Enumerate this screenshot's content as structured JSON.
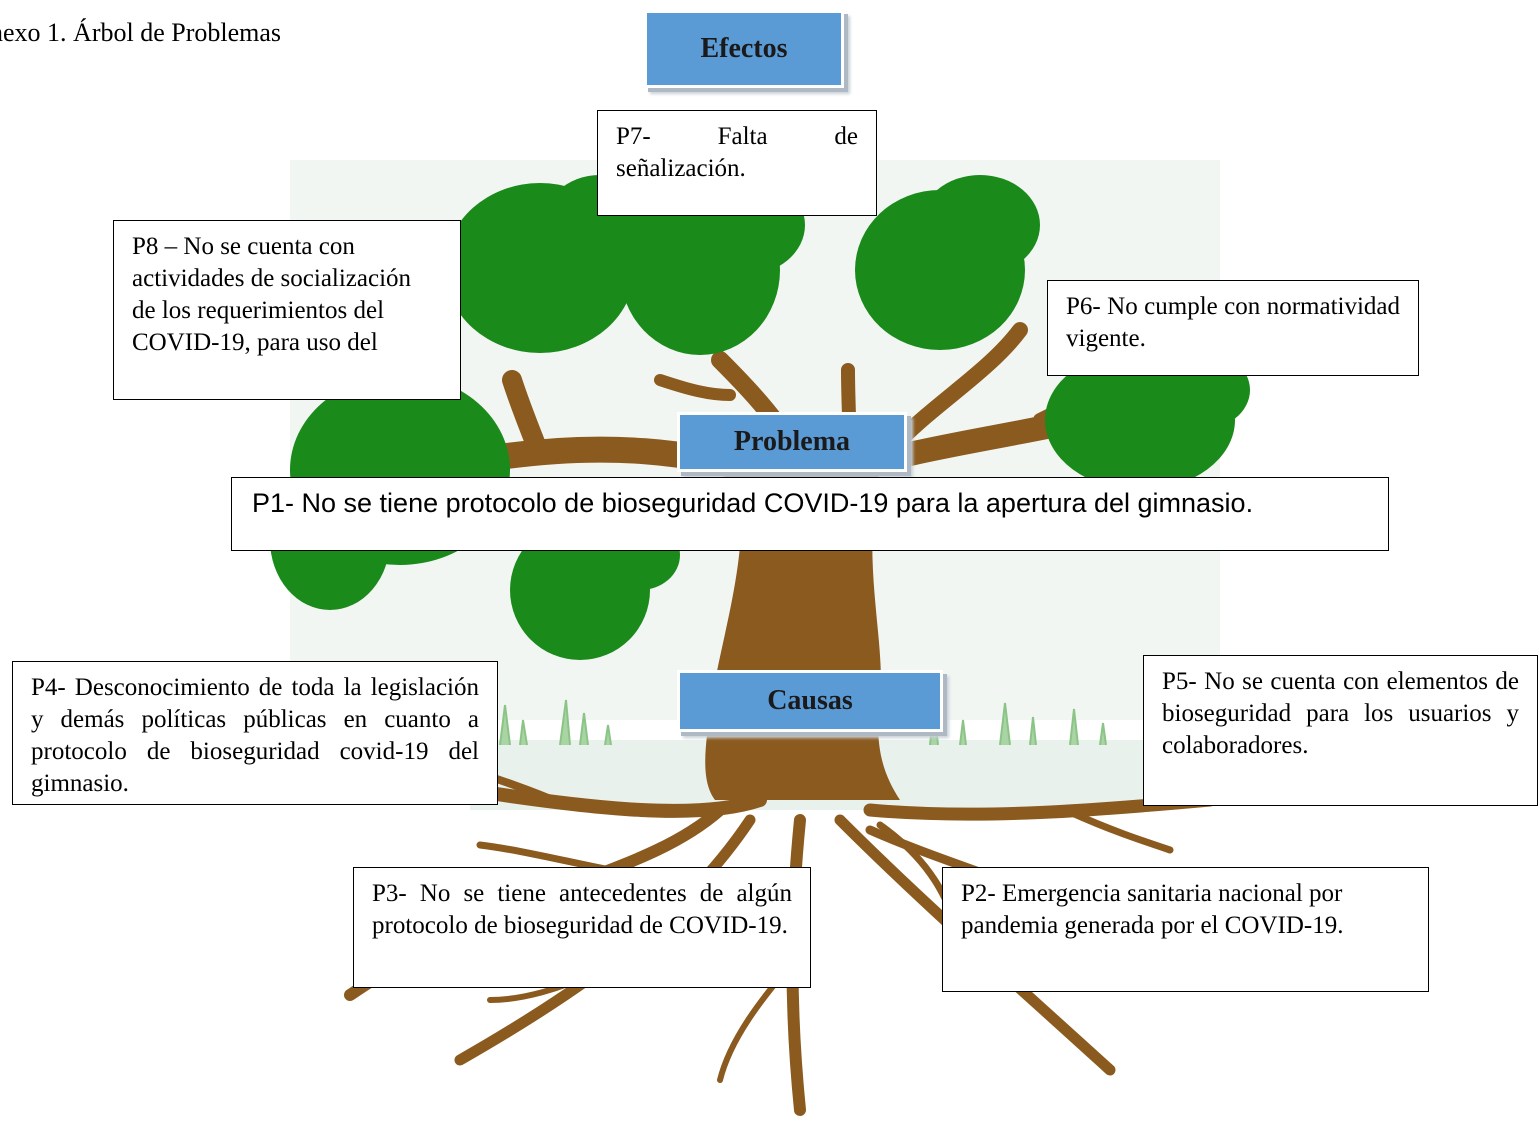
{
  "caption": "nexo 1. Árbol de Problemas",
  "section_labels": {
    "effects": "Efectos",
    "problem": "Problema",
    "causes": "Causas"
  },
  "effects": {
    "p7": "P7- Falta de señalización.",
    "p8": "P8 – No se cuenta con actividades de socialización de los requerimientos del COVID-19, para uso del",
    "p6": "P6- No cumple con normatividad vigente."
  },
  "problem": {
    "p1": "P1- No se tiene protocolo de bioseguridad COVID-19 para la apertura del gimnasio."
  },
  "causes": {
    "p4": "P4- Desconocimiento de toda la legislación y demás políticas públicas en cuanto a protocolo de bioseguridad covid-19 del gimnasio.",
    "p5": "P5- No se cuenta con elementos de bioseguridad para los usuarios y colaboradores.",
    "p3": "P3- No se tiene antecedentes de algún protocolo de bioseguridad de COVID-19.",
    "p2": "P2- Emergencia sanitaria nacional por pandemia generada por el COVID-19."
  },
  "colors": {
    "foliage": "#1a8a1a",
    "trunk": "#8b5a1e",
    "label_fill": "#5b9bd5",
    "grass": "#9fcf9a"
  }
}
